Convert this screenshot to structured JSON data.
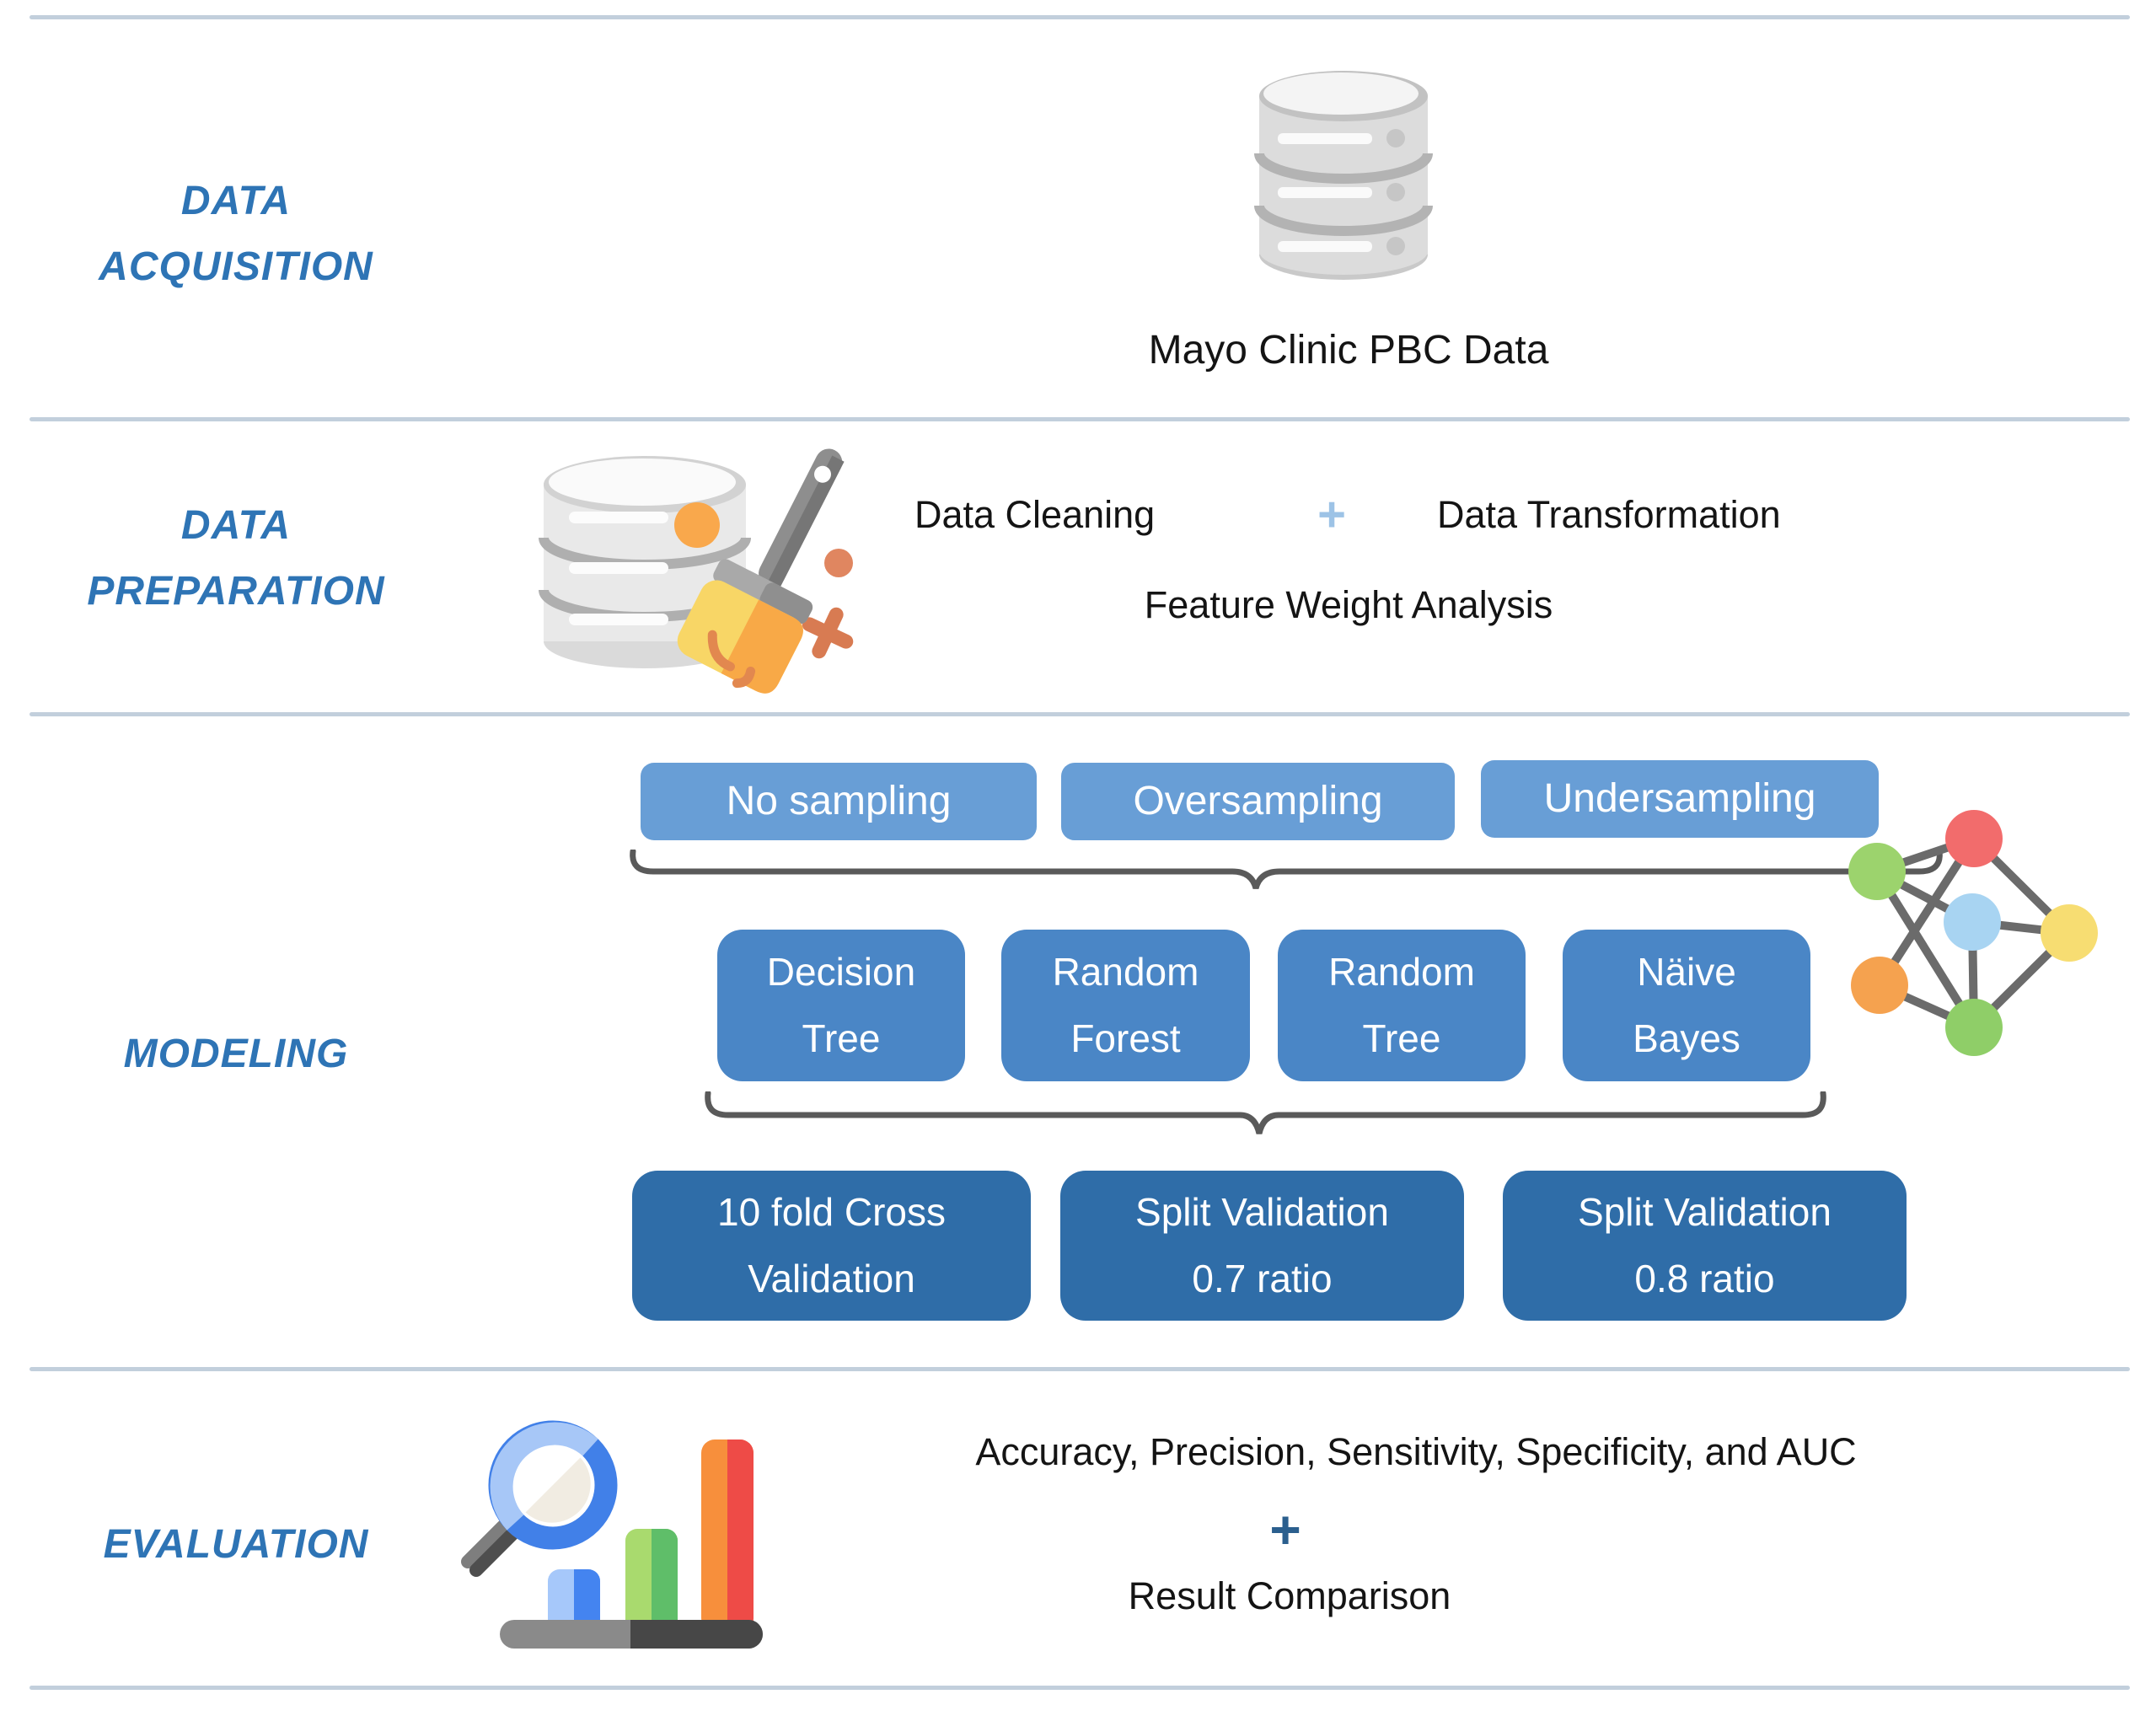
{
  "colors": {
    "title-blue": "#2E74B5",
    "sampling-button": "#689ED6",
    "algorithm-button": "#4A86C6",
    "validation-button": "#2F6DA8",
    "plus-light": "#9DC3E6",
    "plus-dark": "#2B5F8E",
    "divider": "#C2CFDC",
    "brace-gray": "#5A5A5A"
  },
  "acquisition": {
    "label_line1": "DATA",
    "label_line2": "ACQUISITION",
    "icon": "database-icon",
    "caption": "Mayo Clinic PBC Data"
  },
  "preparation": {
    "label_line1": "DATA",
    "label_line2": "PREPARATION",
    "icon": "database-cleaning-icon",
    "cleaning": "Data Cleaning",
    "plus": "+",
    "transformation": "Data Transformation",
    "feature_weight": "Feature Weight Analysis"
  },
  "modeling": {
    "label": "MODELING",
    "icon": "network-graph-icon",
    "sampling_buttons": [
      "No sampling",
      "Oversampling",
      "Undersampling"
    ],
    "algorithm_buttons": [
      {
        "line1": "Decision",
        "line2": "Tree"
      },
      {
        "line1": "Random",
        "line2": "Forest"
      },
      {
        "line1": "Random",
        "line2": "Tree"
      },
      {
        "line1": "Näive",
        "line2": "Bayes"
      }
    ],
    "validation_buttons": [
      {
        "line1": "10 fold Cross",
        "line2": "Validation"
      },
      {
        "line1": "Split Validation",
        "line2": "0.7 ratio"
      },
      {
        "line1": "Split Validation",
        "line2": "0.8 ratio"
      }
    ]
  },
  "evaluation": {
    "label": "EVALUATION",
    "icon": "magnifier-bar-chart-icon",
    "metrics": "Accuracy, Precision, Sensitivity, Specificity, and AUC",
    "plus": "+",
    "result": "Result Comparison"
  }
}
